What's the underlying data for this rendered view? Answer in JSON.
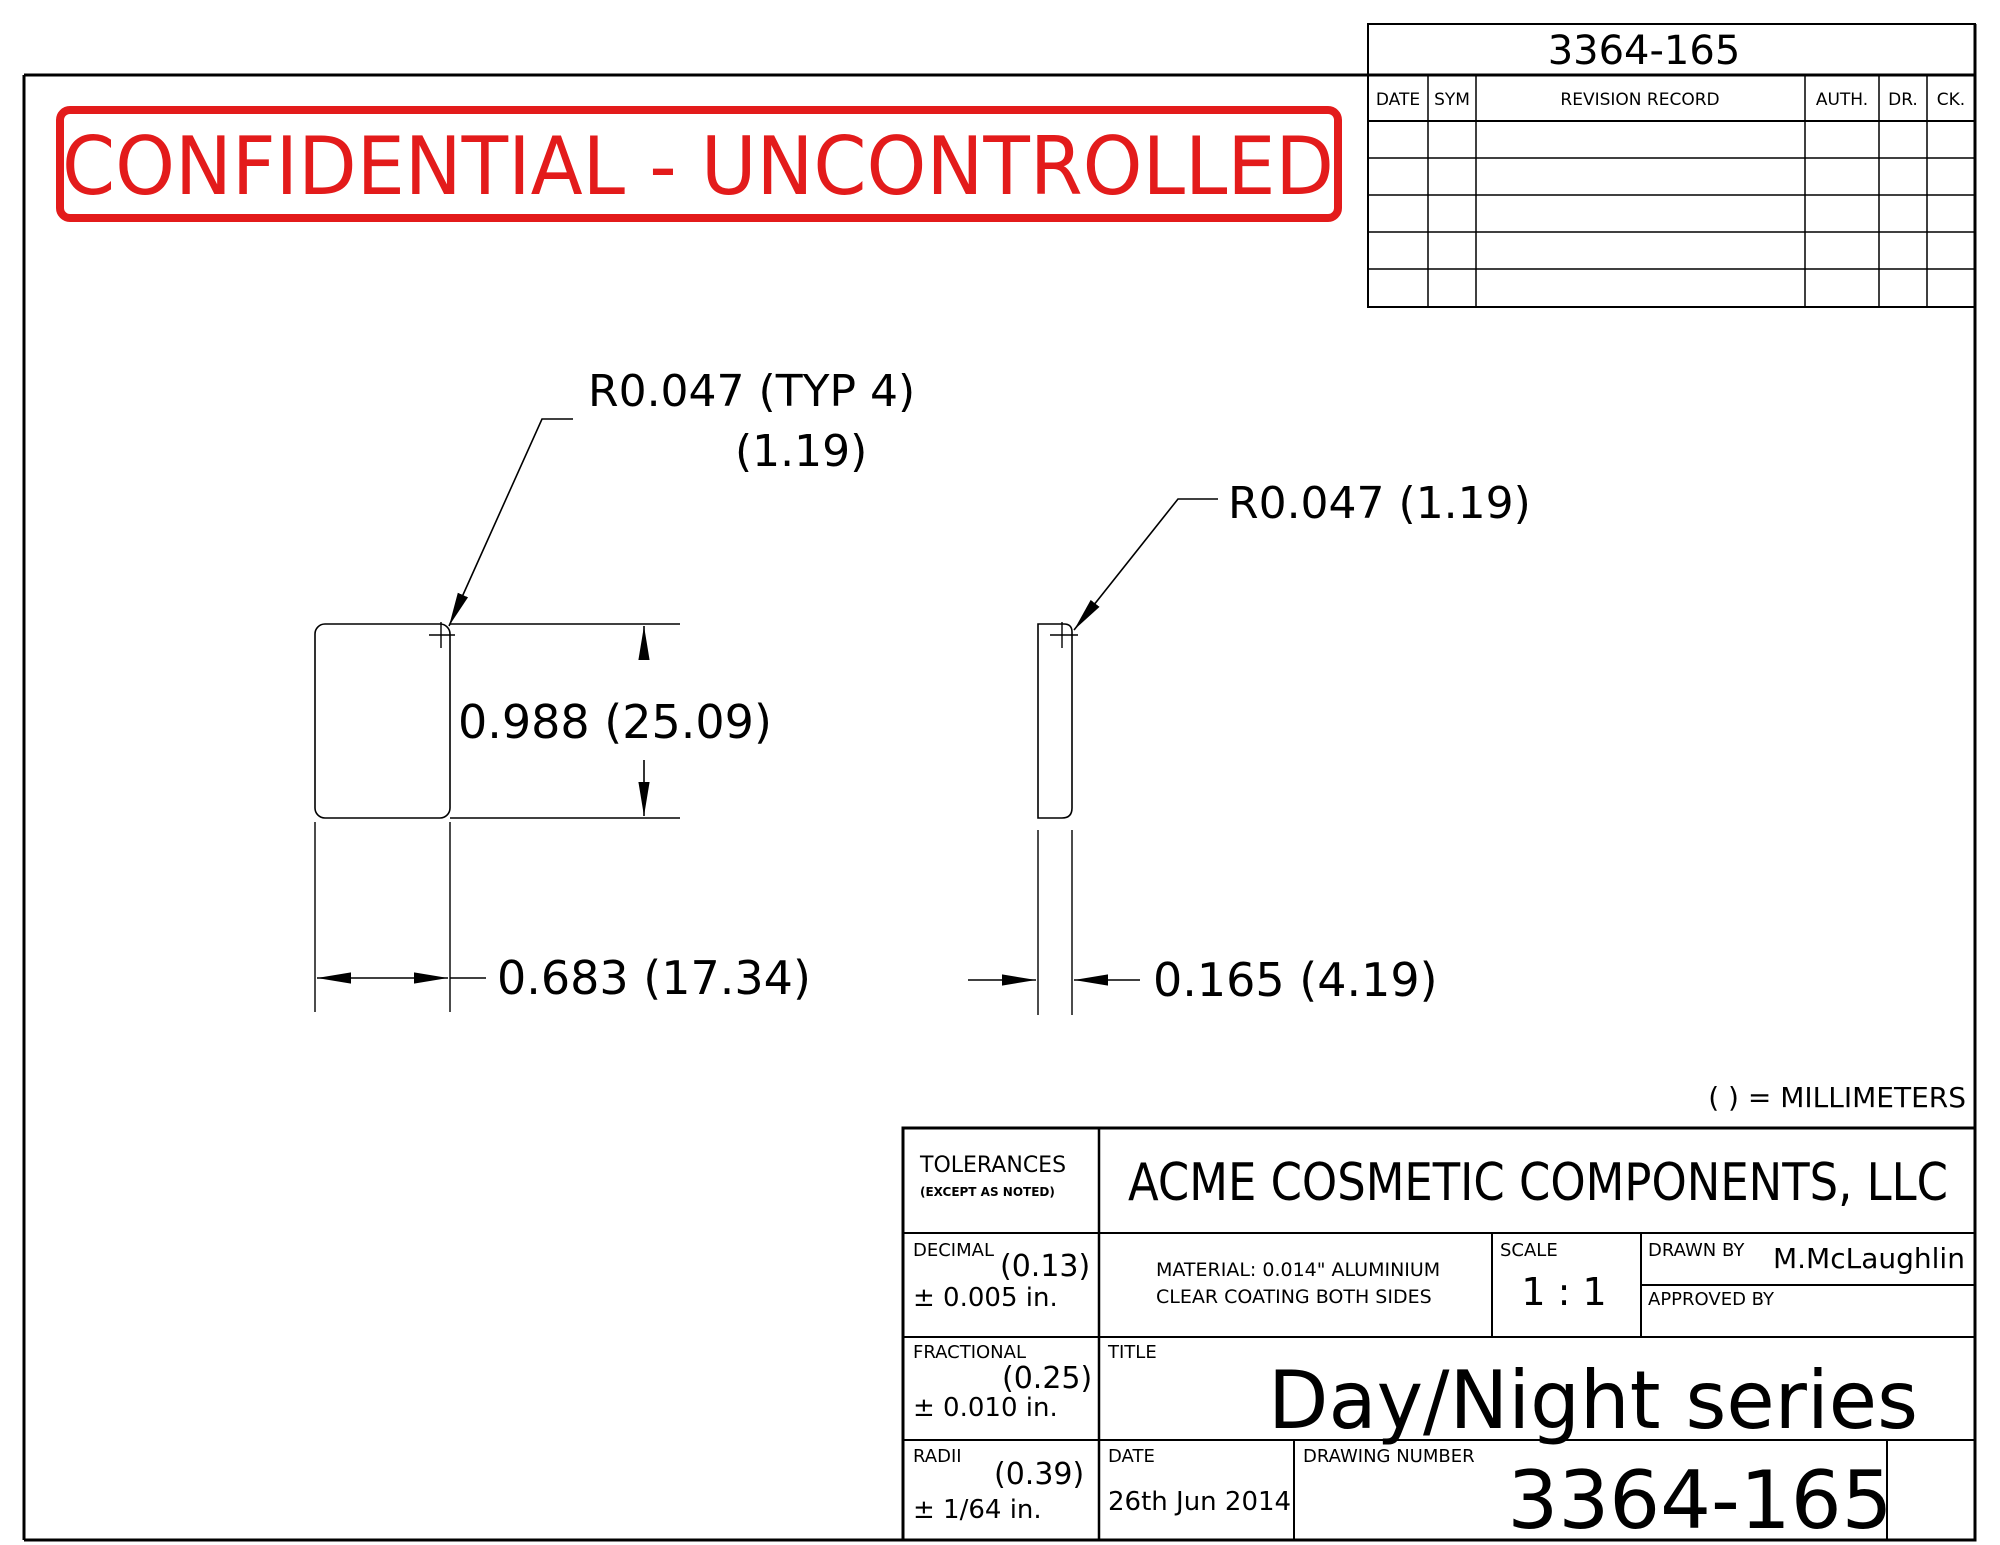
{
  "banner": {
    "text": "CONFIDENTIAL - UNCONTROLLED",
    "color": "#e31b1b"
  },
  "revision_block": {
    "drawing_number": "3364-165",
    "headers": {
      "date": "DATE",
      "sym": "SYM",
      "record": "REVISION RECORD",
      "auth": "AUTH.",
      "dr": "DR.",
      "ck": "CK."
    }
  },
  "dimensions": {
    "corner_radius_typ": "R0.047 (TYP 4)",
    "corner_radius_typ_mm": "(1.19)",
    "edge_radius": "R0.047 (1.19)",
    "height": "0.988 (25.09)",
    "width": "0.683 (17.34)",
    "thickness": "0.165 (4.19)"
  },
  "units_note": "( ) = MILLIMETERS",
  "title_block": {
    "tolerances_label": "TOLERANCES",
    "tolerances_sub": "(EXCEPT AS NOTED)",
    "company": "ACME COSMETIC COMPONENTS, LLC",
    "decimal_label": "DECIMAL",
    "decimal_mm": "(0.13)",
    "decimal_value": "± 0.005 in.",
    "material_line1": "MATERIAL: 0.014\" ALUMINIUM",
    "material_line2": "CLEAR COATING BOTH SIDES",
    "scale_label": "SCALE",
    "scale_value": "1 : 1",
    "drawn_by_label": "DRAWN BY",
    "drawn_by_value": "M.McLaughlin",
    "approved_by_label": "APPROVED BY",
    "fractional_label": "FRACTIONAL",
    "fractional_mm": "(0.25)",
    "fractional_value": "± 0.010 in.",
    "title_label": "TITLE",
    "title_value": "Day/Night series",
    "radii_label": "RADII",
    "radii_mm": "(0.39)",
    "radii_value": "± 1/64 in.",
    "date_label": "DATE",
    "date_value": "26th Jun 2014",
    "drawing_number_label": "DRAWING NUMBER",
    "drawing_number_value": "3364-165"
  }
}
